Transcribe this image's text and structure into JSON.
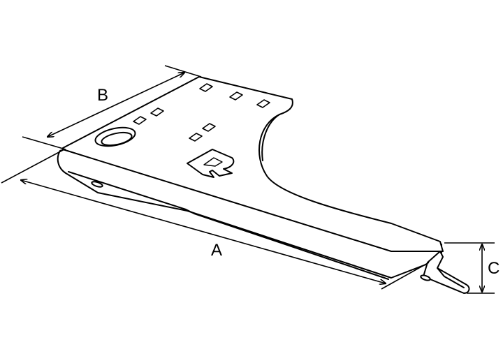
{
  "diagram": {
    "dimension_labels": {
      "length": "A",
      "width": "B",
      "height": "C"
    },
    "colors": {
      "line": "#000000",
      "background": "#ffffff"
    }
  }
}
